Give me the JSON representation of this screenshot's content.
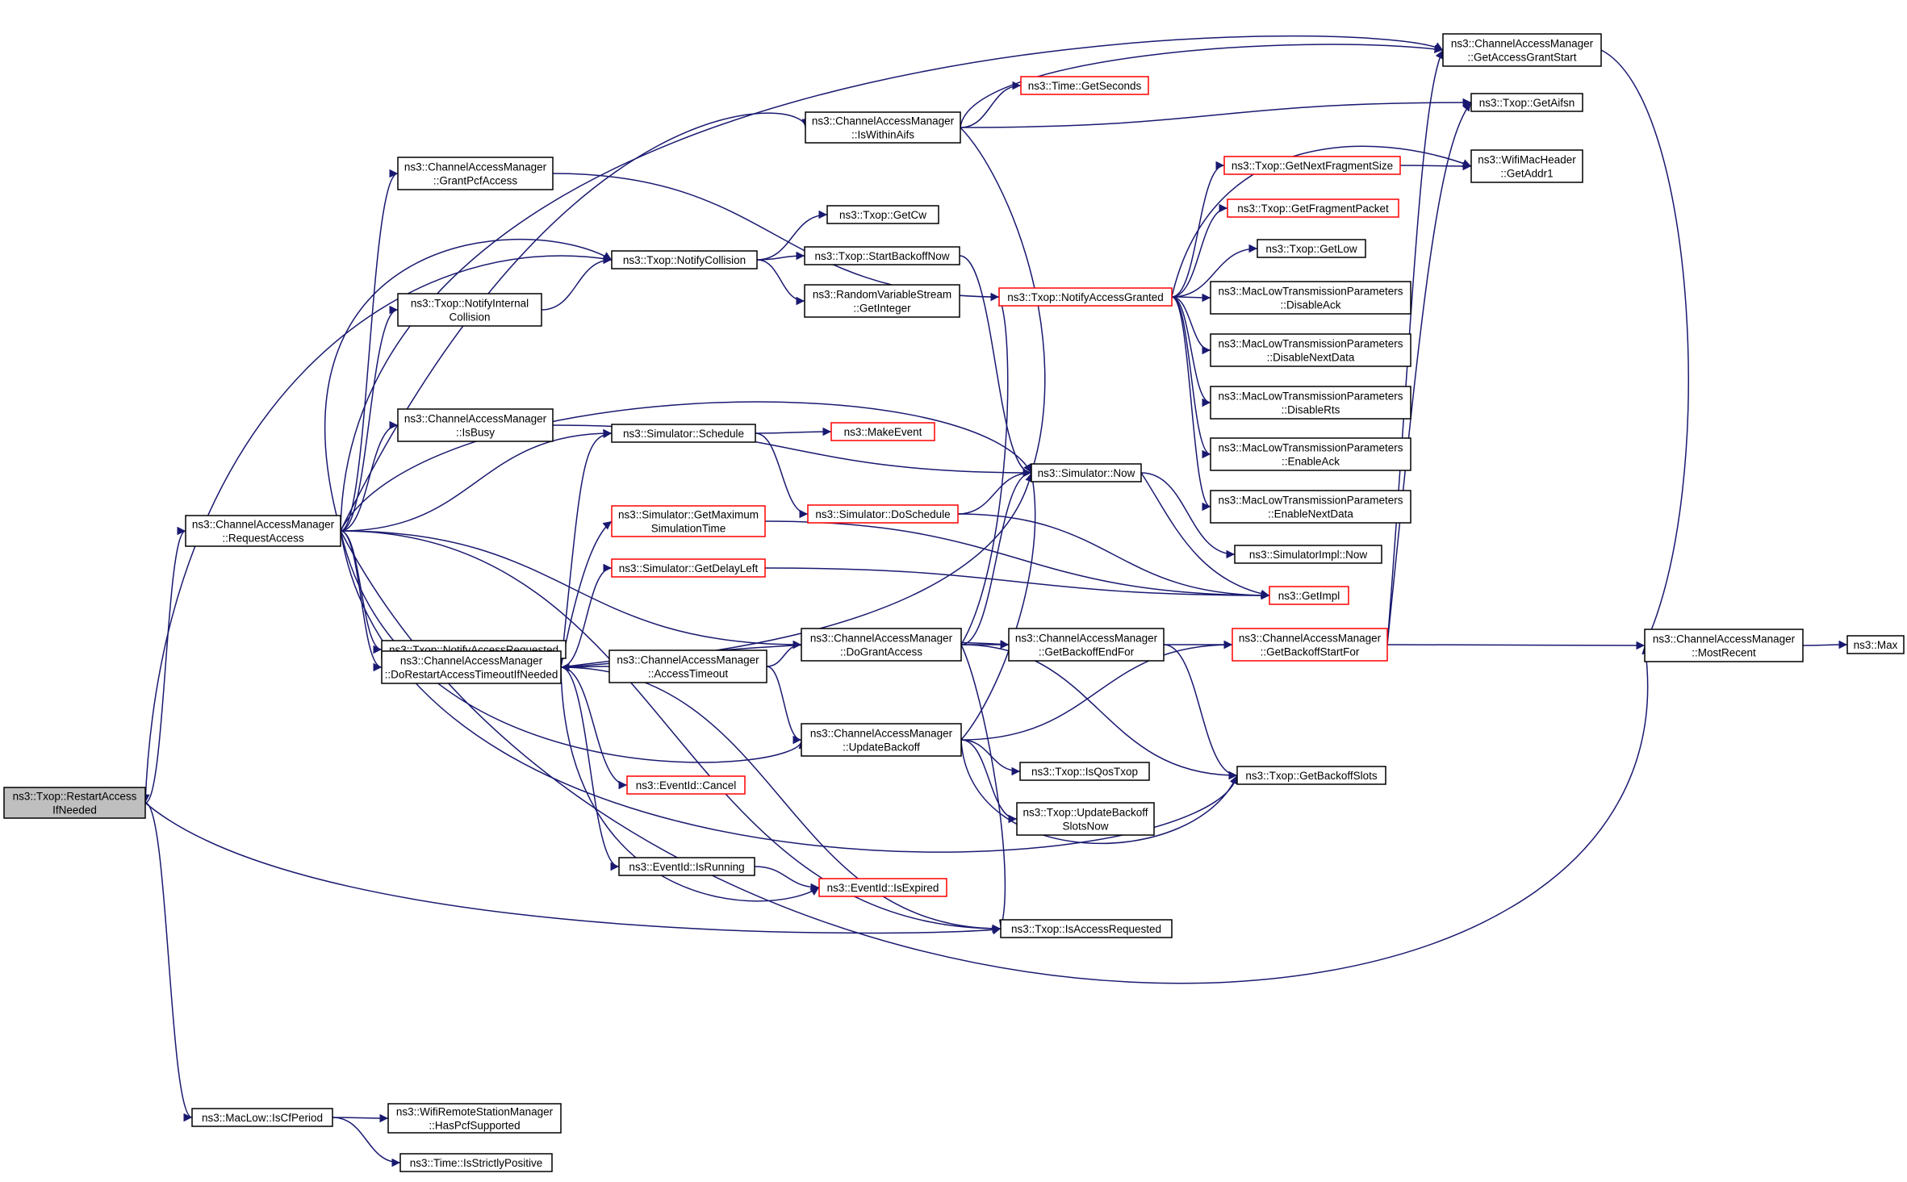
{
  "colors": {
    "edge": "#191970",
    "node_border_default": "#000000",
    "node_border_truncated": "#ff0000",
    "node_fill_default": "#ffffff",
    "node_fill_root": "#bfbfbf"
  },
  "nodes": [
    {
      "id": "restart",
      "lines": [
        "ns3::Txop::RestartAccess",
        "IfNeeded"
      ],
      "style": "root"
    },
    {
      "id": "request",
      "lines": [
        "ns3::ChannelAccessManager",
        "::RequestAccess"
      ],
      "style": "normal"
    },
    {
      "id": "iscfp",
      "lines": [
        "ns3::MacLow::IsCfPeriod"
      ],
      "style": "normal"
    },
    {
      "id": "haspcf",
      "lines": [
        "ns3::WifiRemoteStationManager",
        "::HasPcfSupported"
      ],
      "style": "normal"
    },
    {
      "id": "strictpos",
      "lines": [
        "ns3::Time::IsStrictlyPositive"
      ],
      "style": "normal"
    },
    {
      "id": "grantpcf",
      "lines": [
        "ns3::ChannelAccessManager",
        "::GrantPcfAccess"
      ],
      "style": "normal"
    },
    {
      "id": "notifyinternal",
      "lines": [
        "ns3::Txop::NotifyInternal",
        "Collision"
      ],
      "style": "normal"
    },
    {
      "id": "isbusy",
      "lines": [
        "ns3::ChannelAccessManager",
        "::IsBusy"
      ],
      "style": "normal"
    },
    {
      "id": "notifyreq",
      "lines": [
        "ns3::Txop::NotifyAccessRequested"
      ],
      "style": "normal"
    },
    {
      "id": "dorestart",
      "lines": [
        "ns3::ChannelAccessManager",
        "::DoRestartAccessTimeoutIfNeeded"
      ],
      "style": "normal"
    },
    {
      "id": "notifycoll",
      "lines": [
        "ns3::Txop::NotifyCollision"
      ],
      "style": "normal"
    },
    {
      "id": "schedule",
      "lines": [
        "ns3::Simulator::Schedule"
      ],
      "style": "normal"
    },
    {
      "id": "getmaxsim",
      "lines": [
        "ns3::Simulator::GetMaximum",
        "SimulationTime"
      ],
      "style": "truncated"
    },
    {
      "id": "getdelay",
      "lines": [
        "ns3::Simulator::GetDelayLeft"
      ],
      "style": "truncated"
    },
    {
      "id": "acctimeout",
      "lines": [
        "ns3::ChannelAccessManager",
        "::AccessTimeout"
      ],
      "style": "normal"
    },
    {
      "id": "cancel",
      "lines": [
        "ns3::EventId::Cancel"
      ],
      "style": "truncated"
    },
    {
      "id": "isrunning",
      "lines": [
        "ns3::EventId::IsRunning"
      ],
      "style": "normal"
    },
    {
      "id": "iswithin",
      "lines": [
        "ns3::ChannelAccessManager",
        "::IsWithinAifs"
      ],
      "style": "normal"
    },
    {
      "id": "getcw",
      "lines": [
        "ns3::Txop::GetCw"
      ],
      "style": "normal"
    },
    {
      "id": "startbackoff",
      "lines": [
        "ns3::Txop::StartBackoffNow"
      ],
      "style": "normal"
    },
    {
      "id": "getinteger",
      "lines": [
        "ns3::RandomVariableStream",
        "::GetInteger"
      ],
      "style": "normal"
    },
    {
      "id": "makeevent",
      "lines": [
        "ns3::MakeEvent"
      ],
      "style": "truncated"
    },
    {
      "id": "doschedule",
      "lines": [
        "ns3::Simulator::DoSchedule"
      ],
      "style": "truncated"
    },
    {
      "id": "dogrant",
      "lines": [
        "ns3::ChannelAccessManager",
        "::DoGrantAccess"
      ],
      "style": "normal"
    },
    {
      "id": "updatebackoff",
      "lines": [
        "ns3::ChannelAccessManager",
        "::UpdateBackoff"
      ],
      "style": "normal"
    },
    {
      "id": "isexpired",
      "lines": [
        "ns3::EventId::IsExpired"
      ],
      "style": "truncated"
    },
    {
      "id": "isaccreq",
      "lines": [
        "ns3::Txop::IsAccessRequested"
      ],
      "style": "normal"
    },
    {
      "id": "getseconds",
      "lines": [
        "ns3::Time::GetSeconds"
      ],
      "style": "truncated"
    },
    {
      "id": "notifygranted",
      "lines": [
        "ns3::Txop::NotifyAccessGranted"
      ],
      "style": "truncated"
    },
    {
      "id": "now",
      "lines": [
        "ns3::Simulator::Now"
      ],
      "style": "normal"
    },
    {
      "id": "getbackoffend",
      "lines": [
        "ns3::ChannelAccessManager",
        "::GetBackoffEndFor"
      ],
      "style": "normal"
    },
    {
      "id": "isqos",
      "lines": [
        "ns3::Txop::IsQosTxop"
      ],
      "style": "normal"
    },
    {
      "id": "updatebackoffslots",
      "lines": [
        "ns3::Txop::UpdateBackoff",
        "SlotsNow"
      ],
      "style": "normal"
    },
    {
      "id": "getnextfrag",
      "lines": [
        "ns3::Txop::GetNextFragmentSize"
      ],
      "style": "truncated"
    },
    {
      "id": "getfragpkt",
      "lines": [
        "ns3::Txop::GetFragmentPacket"
      ],
      "style": "truncated"
    },
    {
      "id": "getlow",
      "lines": [
        "ns3::Txop::GetLow"
      ],
      "style": "normal"
    },
    {
      "id": "disableack",
      "lines": [
        "ns3::MacLowTransmissionParameters",
        "::DisableAck"
      ],
      "style": "normal"
    },
    {
      "id": "disablenext",
      "lines": [
        "ns3::MacLowTransmissionParameters",
        "::DisableNextData"
      ],
      "style": "normal"
    },
    {
      "id": "disablerts",
      "lines": [
        "ns3::MacLowTransmissionParameters",
        "::DisableRts"
      ],
      "style": "normal"
    },
    {
      "id": "enableack",
      "lines": [
        "ns3::MacLowTransmissionParameters",
        "::EnableAck"
      ],
      "style": "normal"
    },
    {
      "id": "enablenext",
      "lines": [
        "ns3::MacLowTransmissionParameters",
        "::EnableNextData"
      ],
      "style": "normal"
    },
    {
      "id": "implnow",
      "lines": [
        "ns3::SimulatorImpl::Now"
      ],
      "style": "normal"
    },
    {
      "id": "getimpl",
      "lines": [
        "ns3::GetImpl"
      ],
      "style": "truncated"
    },
    {
      "id": "getbackoffstart",
      "lines": [
        "ns3::ChannelAccessManager",
        "::GetBackoffStartFor"
      ],
      "style": "truncated"
    },
    {
      "id": "getbackoffslots",
      "lines": [
        "ns3::Txop::GetBackoffSlots"
      ],
      "style": "normal"
    },
    {
      "id": "getaccessgrant",
      "lines": [
        "ns3::ChannelAccessManager",
        "::GetAccessGrantStart"
      ],
      "style": "normal"
    },
    {
      "id": "getaifsn",
      "lines": [
        "ns3::Txop::GetAifsn"
      ],
      "style": "normal"
    },
    {
      "id": "getaddr1",
      "lines": [
        "ns3::WifiMacHeader",
        "::GetAddr1"
      ],
      "style": "normal"
    },
    {
      "id": "mostrecent",
      "lines": [
        "ns3::ChannelAccessManager",
        "::MostRecent"
      ],
      "style": "normal"
    },
    {
      "id": "max",
      "lines": [
        "ns3::Max"
      ],
      "style": "normal"
    }
  ],
  "edges": [
    [
      "restart",
      "request"
    ],
    [
      "restart",
      "isaccreq"
    ],
    [
      "restart",
      "iscfp"
    ],
    [
      "iscfp",
      "haspcf"
    ],
    [
      "iscfp",
      "strictpos"
    ],
    [
      "request",
      "grantpcf"
    ],
    [
      "request",
      "notifyinternal"
    ],
    [
      "request",
      "isbusy"
    ],
    [
      "request",
      "notifyreq"
    ],
    [
      "request",
      "dorestart"
    ],
    [
      "request",
      "notifycoll"
    ],
    [
      "request",
      "schedule"
    ],
    [
      "request",
      "iswithin"
    ],
    [
      "request",
      "getaccessgrant"
    ],
    [
      "request",
      "dogrant"
    ],
    [
      "request",
      "updatebackoff"
    ],
    [
      "request",
      "isaccreq"
    ],
    [
      "request",
      "getbackoffslots"
    ],
    [
      "request",
      "mostrecent"
    ],
    [
      "request",
      "now"
    ],
    [
      "notifycoll",
      "restart"
    ],
    [
      "grantpcf",
      "notifygranted"
    ],
    [
      "notifyinternal",
      "notifycoll"
    ],
    [
      "isbusy",
      "now"
    ],
    [
      "notifycoll",
      "getcw"
    ],
    [
      "notifycoll",
      "startbackoff"
    ],
    [
      "notifycoll",
      "getinteger"
    ],
    [
      "startbackoff",
      "now"
    ],
    [
      "schedule",
      "makeevent"
    ],
    [
      "schedule",
      "doschedule"
    ],
    [
      "doschedule",
      "now"
    ],
    [
      "doschedule",
      "getimpl"
    ],
    [
      "dorestart",
      "schedule"
    ],
    [
      "dorestart",
      "getmaxsim"
    ],
    [
      "dorestart",
      "getdelay"
    ],
    [
      "dorestart",
      "now"
    ],
    [
      "dorestart",
      "getbackoffend"
    ],
    [
      "dorestart",
      "cancel"
    ],
    [
      "dorestart",
      "isrunning"
    ],
    [
      "dorestart",
      "isexpired"
    ],
    [
      "dorestart",
      "isaccreq"
    ],
    [
      "getmaxsim",
      "getimpl"
    ],
    [
      "getdelay",
      "getimpl"
    ],
    [
      "acctimeout",
      "dorestart"
    ],
    [
      "acctimeout",
      "dogrant"
    ],
    [
      "acctimeout",
      "updatebackoff"
    ],
    [
      "isrunning",
      "isexpired"
    ],
    [
      "iswithin",
      "getseconds"
    ],
    [
      "iswithin",
      "getaccessgrant"
    ],
    [
      "iswithin",
      "getaifsn"
    ],
    [
      "iswithin",
      "now"
    ],
    [
      "dogrant",
      "notifygranted"
    ],
    [
      "dogrant",
      "now"
    ],
    [
      "dogrant",
      "getbackoffend"
    ],
    [
      "dogrant",
      "getbackoffslots"
    ],
    [
      "dogrant",
      "isaccreq"
    ],
    [
      "updatebackoff",
      "now"
    ],
    [
      "updatebackoff",
      "getbackoffstart"
    ],
    [
      "updatebackoff",
      "isqos"
    ],
    [
      "updatebackoff",
      "updatebackoffslots"
    ],
    [
      "updatebackoff",
      "getbackoffslots"
    ],
    [
      "notifygranted",
      "getnextfrag"
    ],
    [
      "notifygranted",
      "getfragpkt"
    ],
    [
      "notifygranted",
      "getlow"
    ],
    [
      "notifygranted",
      "disableack"
    ],
    [
      "notifygranted",
      "disablenext"
    ],
    [
      "notifygranted",
      "disablerts"
    ],
    [
      "notifygranted",
      "enableack"
    ],
    [
      "notifygranted",
      "enablenext"
    ],
    [
      "notifygranted",
      "getaddr1"
    ],
    [
      "getnextfrag",
      "getaddr1"
    ],
    [
      "now",
      "implnow"
    ],
    [
      "now",
      "getimpl"
    ],
    [
      "getbackoffend",
      "getbackoffstart"
    ],
    [
      "getbackoffend",
      "getbackoffslots"
    ],
    [
      "getbackoffstart",
      "getaccessgrant"
    ],
    [
      "getbackoffstart",
      "getaifsn"
    ],
    [
      "getbackoffstart",
      "mostrecent"
    ],
    [
      "getaccessgrant",
      "mostrecent"
    ],
    [
      "mostrecent",
      "max"
    ]
  ]
}
